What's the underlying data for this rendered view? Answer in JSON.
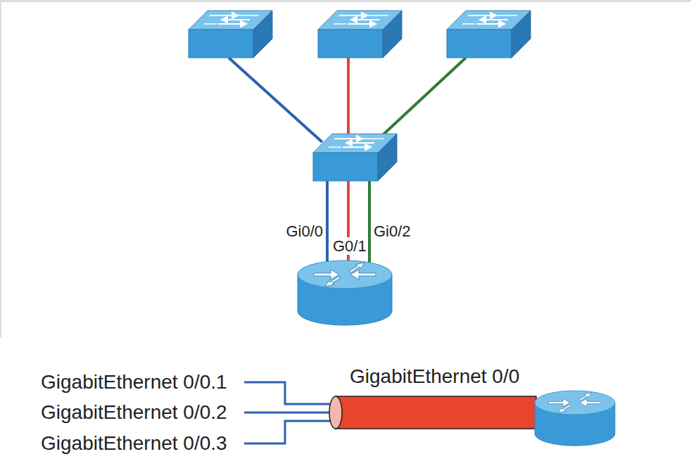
{
  "diagram": {
    "labels": [
      "Gi0/0",
      "G0/1",
      "Gi0/2",
      "GigabitEthernet 0/0.1",
      "GigabitEthernet 0/0.2",
      "GigabitEthernet 0/0.3",
      "GigabitEthernet 0/0"
    ]
  }
}
